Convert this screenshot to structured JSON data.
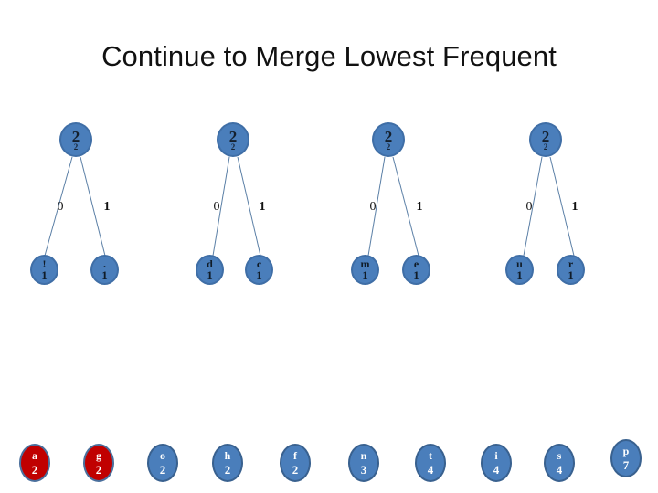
{
  "slide": {
    "title": "Continue to Merge Lowest Frequent",
    "background": "#ffffff"
  },
  "colors": {
    "node_blue": "#4a7ebb",
    "node_blue_border": "#3f6ea6",
    "node_red": "#c00000",
    "edge_line": "#5b7fa6",
    "title_text": "#111111",
    "chip_text": "#ffffff"
  },
  "trees": [
    {
      "id": "tree-1",
      "root": {
        "symbol": "2",
        "count": "2"
      },
      "edges": {
        "left_bit": "0",
        "right_bit": "1"
      },
      "children": [
        {
          "symbol": "!",
          "count": "1"
        },
        {
          "symbol": ".",
          "count": "1"
        }
      ]
    },
    {
      "id": "tree-2",
      "root": {
        "symbol": "2",
        "count": "2"
      },
      "edges": {
        "left_bit": "0",
        "right_bit": "1"
      },
      "children": [
        {
          "symbol": "d",
          "count": "1"
        },
        {
          "symbol": "c",
          "count": "1"
        }
      ]
    },
    {
      "id": "tree-3",
      "root": {
        "symbol": "2",
        "count": "2"
      },
      "edges": {
        "left_bit": "0",
        "right_bit": "1"
      },
      "children": [
        {
          "symbol": "m",
          "count": "1"
        },
        {
          "symbol": "e",
          "count": "1"
        }
      ]
    },
    {
      "id": "tree-4",
      "root": {
        "symbol": "2",
        "count": "2"
      },
      "edges": {
        "left_bit": "0",
        "right_bit": "1"
      },
      "children": [
        {
          "symbol": "u",
          "count": "1"
        },
        {
          "symbol": "r",
          "count": "1"
        }
      ]
    }
  ],
  "symbol_row": [
    {
      "symbol": "a",
      "count": "2",
      "highlighted": true
    },
    {
      "symbol": "g",
      "count": "2",
      "highlighted": true
    },
    {
      "symbol": "o",
      "count": "2",
      "highlighted": false
    },
    {
      "symbol": "h",
      "count": "2",
      "highlighted": false
    },
    {
      "symbol": "f",
      "count": "2",
      "highlighted": false
    },
    {
      "symbol": "n",
      "count": "3",
      "highlighted": false
    },
    {
      "symbol": "t",
      "count": "4",
      "highlighted": false
    },
    {
      "symbol": "i",
      "count": "4",
      "highlighted": false
    },
    {
      "symbol": "s",
      "count": "4",
      "highlighted": false
    },
    {
      "symbol": "p",
      "count": "7",
      "highlighted": false
    }
  ]
}
